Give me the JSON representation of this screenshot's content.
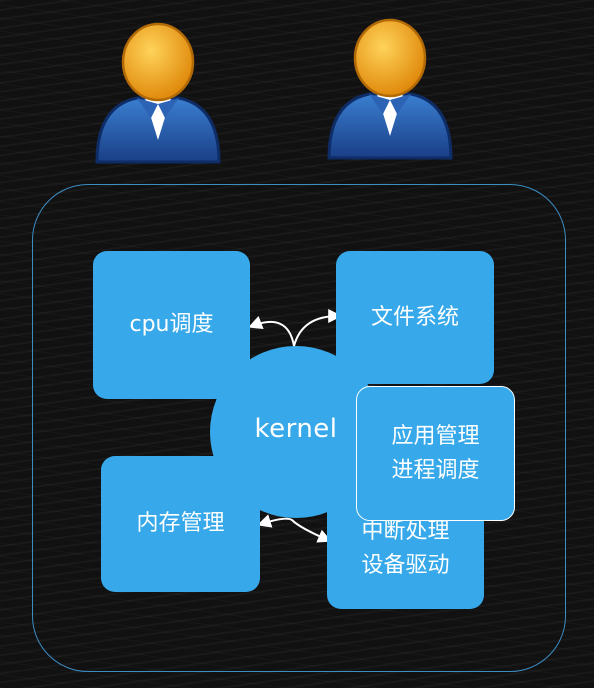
{
  "diagram": {
    "center": {
      "label": "kernel"
    },
    "boxes": {
      "cpu": "cpu调度",
      "file": "文件系统",
      "memory": "内存管理",
      "interrupt": [
        "中断处理",
        "设备驱动"
      ],
      "application": [
        "应用管理",
        "进程调度"
      ]
    },
    "users": [
      "person-icon",
      "person-icon"
    ]
  },
  "colors": {
    "box_fill": "#37a9ea",
    "frame_stroke": "#3b8dc4",
    "background": "#111111",
    "user_head": "#f3a81c",
    "user_body": "#24559f"
  }
}
